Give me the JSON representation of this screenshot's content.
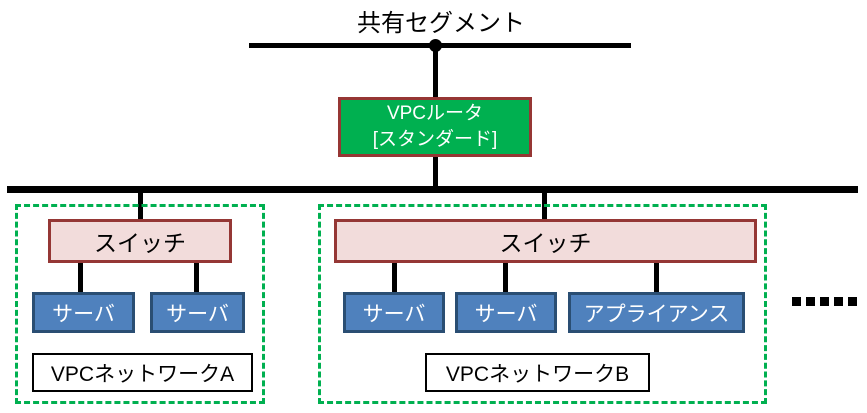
{
  "diagram": {
    "title": "共有セグメント",
    "router": {
      "line1": "VPCルータ",
      "line2": "[スタンダード]"
    },
    "networks": [
      {
        "label": "VPCネットワークA",
        "switch_label": "スイッチ",
        "nodes": [
          "サーバ",
          "サーバ"
        ]
      },
      {
        "label": "VPCネットワークB",
        "switch_label": "スイッチ",
        "nodes": [
          "サーバ",
          "サーバ",
          "アプライアンス"
        ]
      }
    ],
    "continuation": "ellipsis-dots-x5",
    "colors": {
      "router_fill": "#00B050",
      "router_border": "#963634",
      "switch_fill": "#F2DCDB",
      "switch_border": "#953735",
      "node_fill": "#4F81BD",
      "node_border": "#2A4E73",
      "network_dashed_border": "#00B050",
      "line": "#000000",
      "label_background": "#ffffff"
    }
  }
}
